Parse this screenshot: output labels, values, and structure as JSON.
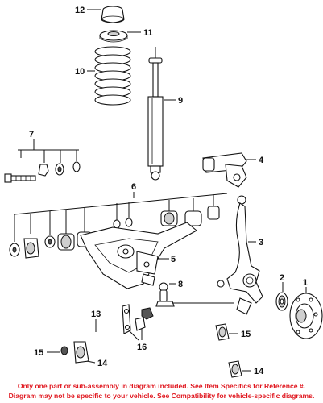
{
  "callouts": {
    "c1": "1",
    "c2": "2",
    "c3": "3",
    "c4": "4",
    "c5": "5",
    "c6": "6",
    "c7": "7",
    "c8": "8",
    "c9": "9",
    "c10": "10",
    "c11": "11",
    "c12": "12",
    "c13": "13",
    "c14a": "14",
    "c14b": "14",
    "c15a": "15",
    "c15b": "15",
    "c16": "16"
  },
  "footer": {
    "line1": "Only one part or sub-assembly in diagram included. See Item Specifics for Reference #.",
    "line2": "Diagram may not be specific to your vehicle. See Compatibility for vehicle-specific diagrams."
  },
  "colors": {
    "footer_text": "#e0161e",
    "lines": "#111111"
  }
}
